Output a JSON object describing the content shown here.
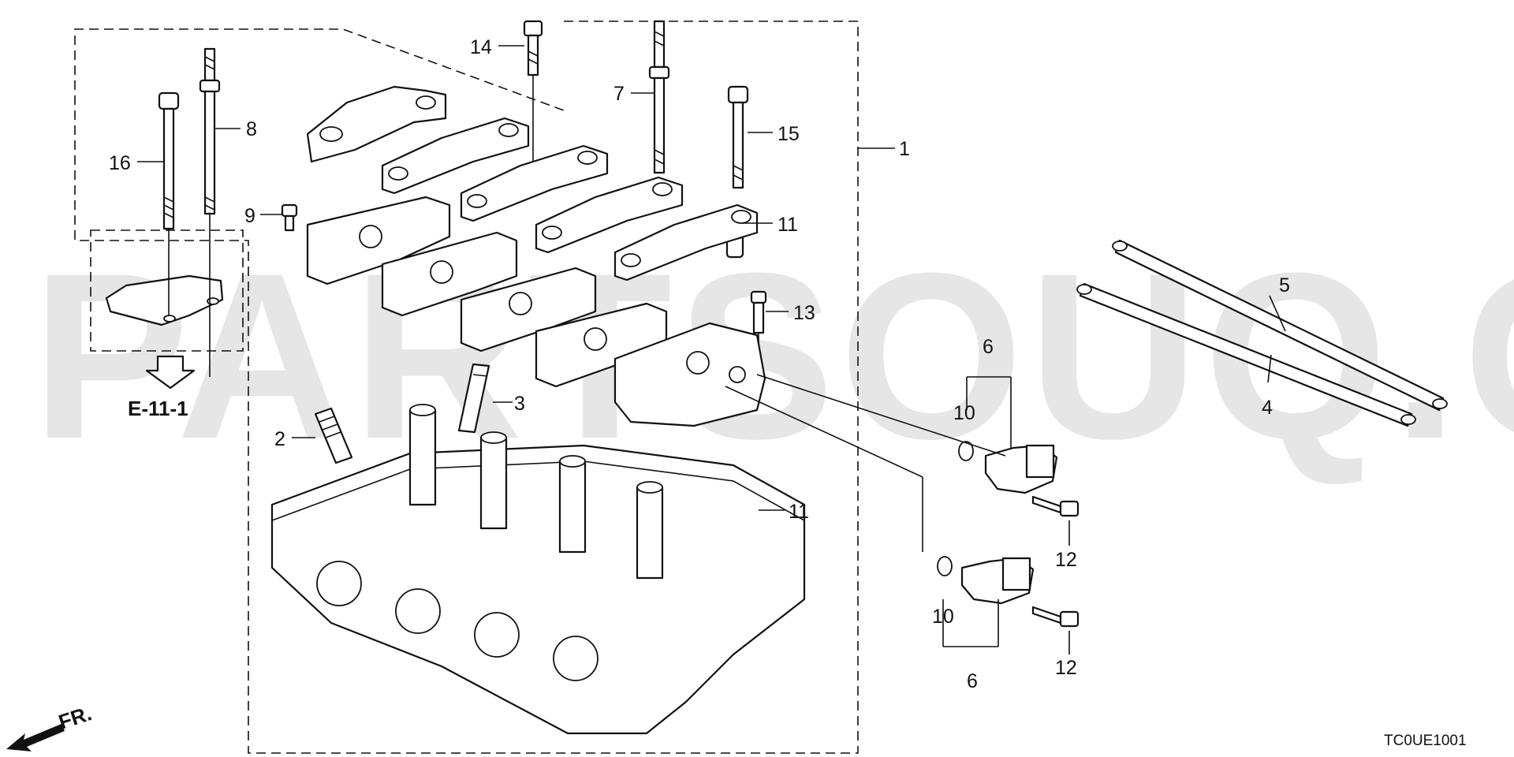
{
  "watermark": "PARTSOUQ.COM",
  "reference": "E-11-1",
  "direction": "FR.",
  "diagram_code": "TC0UE1001",
  "callouts": {
    "c1": "1",
    "c2": "2",
    "c3": "3",
    "c4": "4",
    "c5": "5",
    "c6a": "6",
    "c6b": "6",
    "c7": "7",
    "c8": "8",
    "c9": "9",
    "c10a": "10",
    "c10b": "10",
    "c11a": "11",
    "c11b": "11",
    "c12a": "12",
    "c12b": "12",
    "c13": "13",
    "c14": "14",
    "c15": "15",
    "c16": "16"
  },
  "colors": {
    "line": "#111111",
    "watermark": "#c8c8c8",
    "background": "#ffffff"
  }
}
